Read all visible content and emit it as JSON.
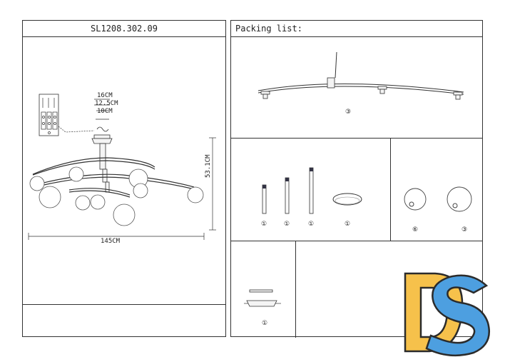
{
  "left_panel": {
    "title": "SL1208.302.09",
    "dimensions": {
      "width": "145CM",
      "height": "53.1CM",
      "canopy_outer": "16CM",
      "canopy_mid": "12.5CM",
      "canopy_inner": "10CM"
    }
  },
  "right_panel": {
    "title": "Packing list:",
    "items": {
      "frame_qty": "③",
      "rod_short_qty": "①",
      "rod_mid_qty": "①",
      "rod_long_qty": "①",
      "ring_qty": "①",
      "small_shade_qty": "⑥",
      "large_shade_qty": "③",
      "mount_qty": "①"
    }
  },
  "logo": {
    "letters": "DS",
    "colors": {
      "d": "#f6c14b",
      "s": "#4d9fe0",
      "outline": "#2b2b2b"
    }
  }
}
